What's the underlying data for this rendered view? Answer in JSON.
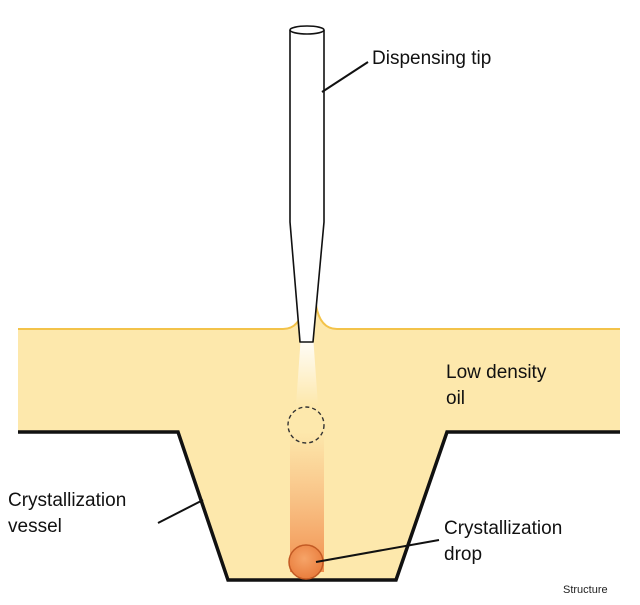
{
  "labels": {
    "dispensing_tip": "Dispensing tip",
    "oil_line1": "Low density",
    "oil_line2": "oil",
    "vessel_line1": "Crystallization",
    "vessel_line2": "vessel",
    "drop_line1": "Crystallization",
    "drop_line2": "drop",
    "credit": "Structure"
  },
  "colors": {
    "oil": "#fde8ac",
    "oil_surface": "#f3c34a",
    "vessel_outline": "#111111",
    "drop_fill": "#f1924f",
    "drop_outline": "#c25a24",
    "trail": "#f49a5e"
  }
}
